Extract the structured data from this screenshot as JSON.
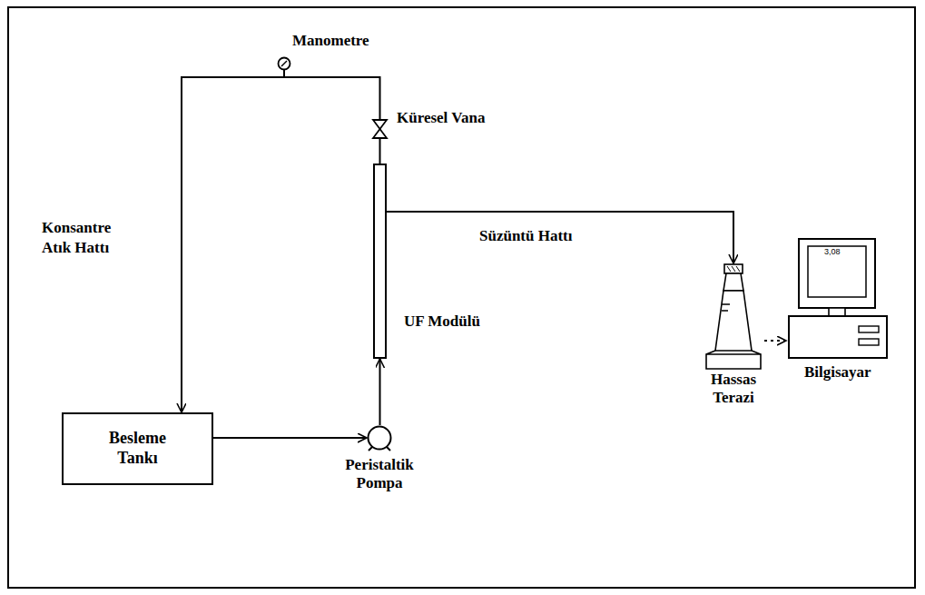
{
  "diagram": {
    "nodes": [
      {
        "text": [
          "Besleme Tankı"
        ]
      },
      {
        "text": [
          "Peristaltik Pompa"
        ]
      },
      {
        "text": [
          "UF Modülü"
        ]
      },
      {
        "text": [
          "Küresel Vana"
        ]
      },
      {
        "text": [
          "Manometre"
        ]
      },
      {
        "text": [
          "Hassas Terazi"
        ]
      },
      {
        "text": [
          "3,08",
          "Bilgisayar"
        ]
      }
    ],
    "edges": [
      {
        "from": 0,
        "to": 1,
        "arrow": "to"
      },
      {
        "from": 1,
        "to": 2,
        "arrow": "to"
      },
      {
        "from": 2,
        "to": 3,
        "arrow": "none"
      },
      {
        "from": 3,
        "to": 4,
        "arrow": "none"
      },
      {
        "from": 4,
        "to": 0,
        "label": "Konsantre Atık Hattı",
        "arrow": "to"
      },
      {
        "from": 2,
        "to": 5,
        "label": "Süzüntü Hattı",
        "arrow": "to"
      },
      {
        "from": 5,
        "to": 6,
        "arrow": "to"
      }
    ]
  }
}
